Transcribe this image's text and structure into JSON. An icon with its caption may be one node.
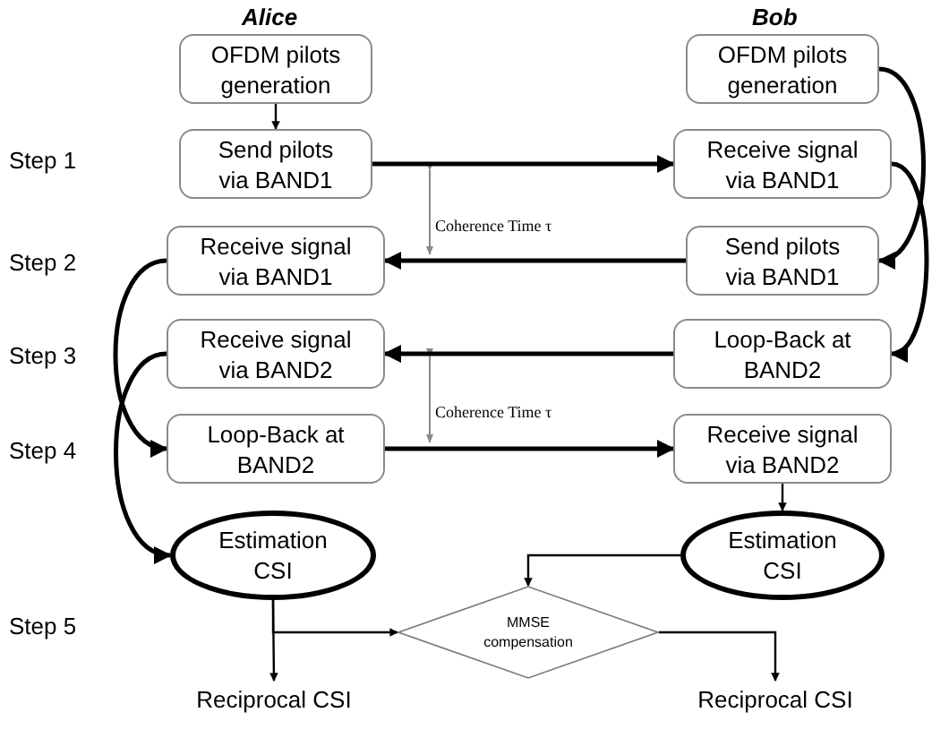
{
  "diagram": {
    "nodes": [
      {
        "text": [
          "OFDM pilots generation"
        ]
      },
      {
        "text": [
          "Send pilots via BAND1"
        ]
      },
      {
        "text": [
          "Receive signal via BAND1"
        ]
      },
      {
        "text": [
          "Receive signal via BAND2"
        ]
      },
      {
        "text": [
          "Loop-Back at BAND2"
        ]
      },
      {
        "text": [
          "Estimation CSI"
        ]
      },
      {
        "text": [
          "Reciprocal CSI"
        ]
      },
      {
        "text": [
          "OFDM pilots generation"
        ]
      },
      {
        "text": [
          "Receive signal via BAND1"
        ]
      },
      {
        "text": [
          "Send pilots via BAND1"
        ]
      },
      {
        "text": [
          "Loop-Back at BAND2"
        ]
      },
      {
        "text": [
          "Receive signal via BAND2"
        ]
      },
      {
        "text": [
          "Estimation CSI"
        ]
      },
      {
        "text": [
          "MMSE compensation"
        ]
      },
      {
        "text": [
          "Reciprocal CSI"
        ]
      }
    ],
    "edges": [
      {
        "from": 0,
        "to": 1,
        "arrow": "to"
      },
      {
        "from": 1,
        "to": 8,
        "arrow": "to"
      },
      {
        "from": 9,
        "to": 2,
        "arrow": "to"
      },
      {
        "from": 10,
        "to": 3,
        "arrow": "to"
      },
      {
        "from": 4,
        "to": 11,
        "arrow": "to"
      },
      {
        "from": 11,
        "to": 12,
        "arrow": "to"
      },
      {
        "from": 2,
        "to": 4,
        "arrow": "to"
      },
      {
        "from": 3,
        "to": 5,
        "arrow": "to"
      },
      {
        "from": 7,
        "to": 9,
        "arrow": "to"
      },
      {
        "from": 8,
        "to": 10,
        "arrow": "to"
      },
      {
        "from": 5,
        "to": 6,
        "arrow": "to"
      },
      {
        "from": 5,
        "to": 13,
        "arrow": "to"
      },
      {
        "from": 12,
        "to": 13,
        "arrow": "to"
      },
      {
        "from": 13,
        "to": 14,
        "arrow": "to"
      }
    ],
    "labels": [
      "Alice",
      "Bob",
      "Step 1",
      "Coherence Time τ",
      "Step 2",
      "Step 3",
      "Coherence Time τ",
      "Step 4",
      "Step 5"
    ]
  }
}
